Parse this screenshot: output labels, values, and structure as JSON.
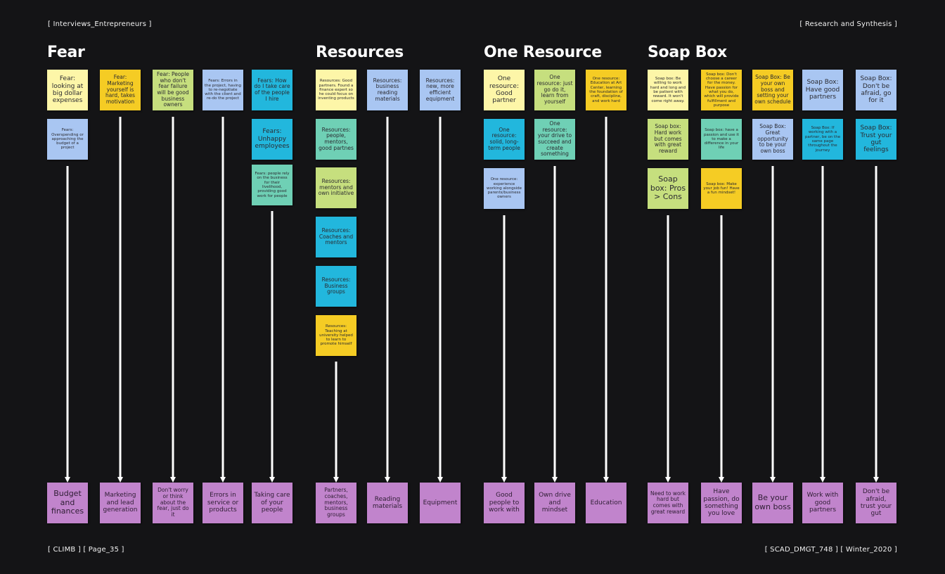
{
  "header": {
    "top_left": "[ Interviews_Entrepreneurs ]",
    "top_right": "[ Research and Synthesis ]",
    "bottom_left": "[ CLIMB ] [ Page_35 ]",
    "bottom_right": "[ SCAD_DMGT_748 ] [ Winter_2020 ]"
  },
  "sections": {
    "fear": "Fear",
    "resources": "Resources",
    "one_resource": "One Resource",
    "soap_box": "Soap Box"
  },
  "notes": {
    "c1n1": "Fear: looking at big dollar expenses",
    "c1n2": "Fears: Overspending or approaching the budget of a project",
    "c2n1": "Fear: Marketing yourself is hard, takes motivation",
    "c3n1": "Fear: People who don't fear failure will be good business owners",
    "c4n1": "Fears: Errors in the project, having to re-negotiate with the client and re-do the project",
    "c5n1": "Fears: How do I take care of the people I hire",
    "c5n2": "Fears: Unhappy employees",
    "c5n3": "Fears: people rely on the business for their livelihood, providing good work for people",
    "c6n1": "Resources: Good partners. Found a finance expert so he could focus on inventing products",
    "c6n2": "Resources: people, mentors, good partnes",
    "c6n3": "Resources: mentors and own initiative",
    "c6n4": "Resources: Coaches and mentors",
    "c6n5": "Resources: Business groups",
    "c6n6": "Resources: Teaching at university helped to learn to promote himself",
    "c7n1": "Resources: business reading materials",
    "c8n1": "Resources: new, more efficient equipment",
    "c9n1": "One resource: Good partner",
    "c9n2": "One resource: solid, long-term people",
    "c9n3": "One resource: experience working alongside parents/business owners",
    "c10n1": "One resource: just go do it, learn from yourself",
    "c10n2": "One resource: your drive to succeed and create something",
    "c11n1": "One resource: Education at Art Center, learning the foundation of craft, discipline, and work hard",
    "c12n1": "Soap box: Be willing to work hard and long and be patient with reward. It won't come right away.",
    "c12n2": "Soap box: Hard work but comes with great reward",
    "c12n3": "Soap box: Pros > Cons",
    "c13n1": "Soap box: Don't choose a career for the money. Have passion for what you do, which will provide fulfillment and purpose",
    "c13n2": "Soap box: have a passion and use it to make a difference in your life",
    "c13n3": "Soap box: Make your job fun! Have a fun mindset!",
    "c14n1": "Soap Box: Be your own boss and setting your own schedule",
    "c14n2": "Soap Box: Great opportunity to be your own boss",
    "c15n1": "Soap Box: Have good partners",
    "c15n2": "Soap Box: If working with a partner, be on the same page throughout the journey",
    "c16n1": "Soap Box: Don't be afraid, go for it",
    "c16n2": "Soap Box: Trust your gut feelings"
  },
  "outcomes": {
    "o1": "Budget and finances",
    "o2": "Marketing and lead generation",
    "o3": "Don't worry or think about the fear, just do it",
    "o4": "Errors in service or products",
    "o5": "Taking care of your people",
    "o6": "Partners, coaches, mentors, business groups",
    "o7": "Reading materials",
    "o8": "Equipment",
    "o9": "Good people to work with",
    "o10": "Own drive and mindset",
    "o11": "Education",
    "o12": "Need to work hard but comes with great reward",
    "o13": "Have passion, do something you love",
    "o14": "Be your own boss",
    "o15": "Work with good partners",
    "o16": "Don't be afraid, trust your gut"
  },
  "colors": {
    "background": "#141416",
    "yellow_light": "#fdf6a8",
    "yellow": "#f5cc24",
    "lime": "#c6df7e",
    "blue": "#a9c6f2",
    "cyan": "#22b7dd",
    "teal": "#6fd0b5",
    "purple": "#c184cc",
    "arrow": "#ffffff"
  }
}
